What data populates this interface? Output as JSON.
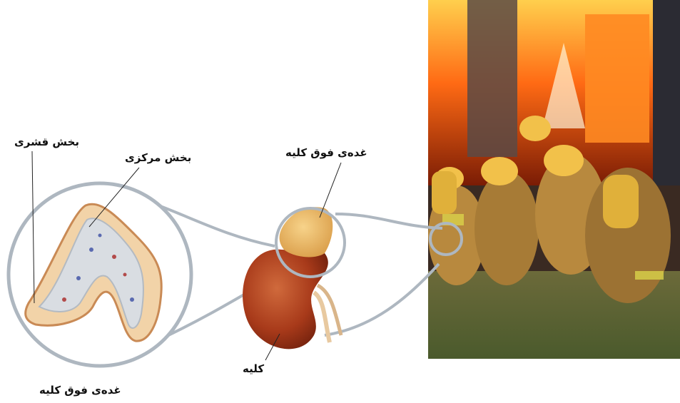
{
  "labels": {
    "cortex": "بخش قشری",
    "medulla": "بخش مرکزی",
    "adrenal_gland_top": "غده‌ی فوق کلیه",
    "kidney": "کلیه",
    "adrenal_gland_bottom": "غده‌ی فوق کلیه"
  },
  "colors": {
    "kidney": "#a83a1a",
    "adrenal": "#e6b060",
    "cortex_fill": "#f2d3a8",
    "medulla_fill": "#d9dde2",
    "lens": "#aeb7c0",
    "fire": "#ff7a1a",
    "suit": "#b8893e",
    "helmet": "#f2c14a"
  },
  "photo": {
    "subject": "firefighters-spraying-fire"
  }
}
